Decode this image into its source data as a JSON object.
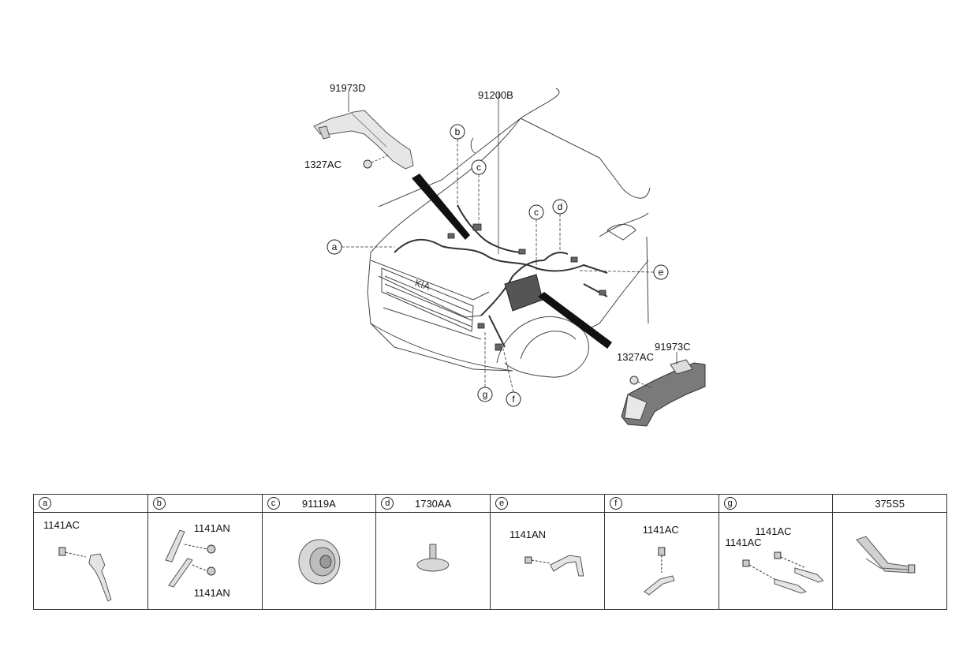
{
  "main_labels": {
    "upper_bracket": "91973D",
    "upper_nut": "1327AC",
    "harness": "91200B",
    "lower_nut": "1327AC",
    "lower_bracket": "91973C"
  },
  "callouts": [
    "a",
    "b",
    "c",
    "c",
    "d",
    "e",
    "f",
    "g"
  ],
  "panels": [
    {
      "letter": "a",
      "title": "",
      "parts": [
        "1141AC"
      ]
    },
    {
      "letter": "b",
      "title": "",
      "parts": [
        "1141AN",
        "1141AN"
      ]
    },
    {
      "letter": "c",
      "title": "91119A",
      "parts": []
    },
    {
      "letter": "d",
      "title": "1730AA",
      "parts": []
    },
    {
      "letter": "e",
      "title": "",
      "parts": [
        "1141AN"
      ]
    },
    {
      "letter": "f",
      "title": "",
      "parts": [
        "1141AC"
      ]
    },
    {
      "letter": "g",
      "title": "",
      "parts": [
        "1141AC",
        "1141AC"
      ]
    },
    {
      "letter": "",
      "title": "375S5",
      "parts": []
    }
  ]
}
